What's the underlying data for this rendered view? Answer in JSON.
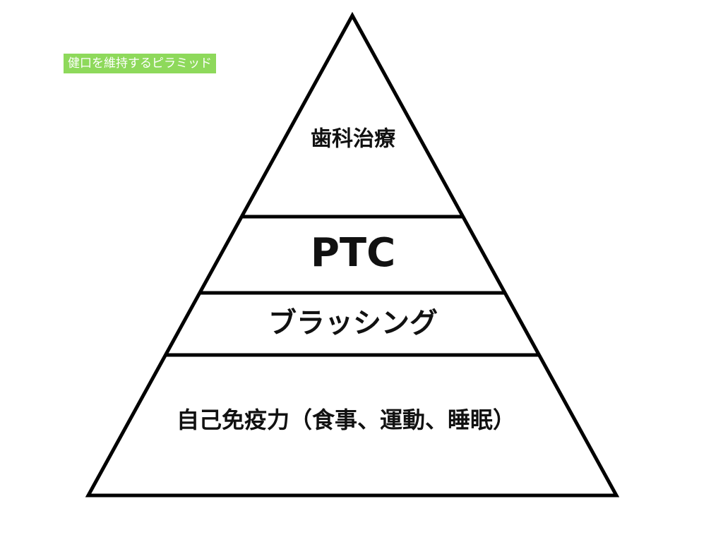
{
  "caption": {
    "text": "健口を維持するピラミッド",
    "background_color": "#8ed95b"
  },
  "pyramid": {
    "stroke_color": "#000000",
    "tiers": [
      {
        "label": "歯科治療"
      },
      {
        "label": "PTC"
      },
      {
        "label": "ブラッシング"
      },
      {
        "label": "自己免疫力（食事、運動、睡眠）"
      }
    ]
  }
}
